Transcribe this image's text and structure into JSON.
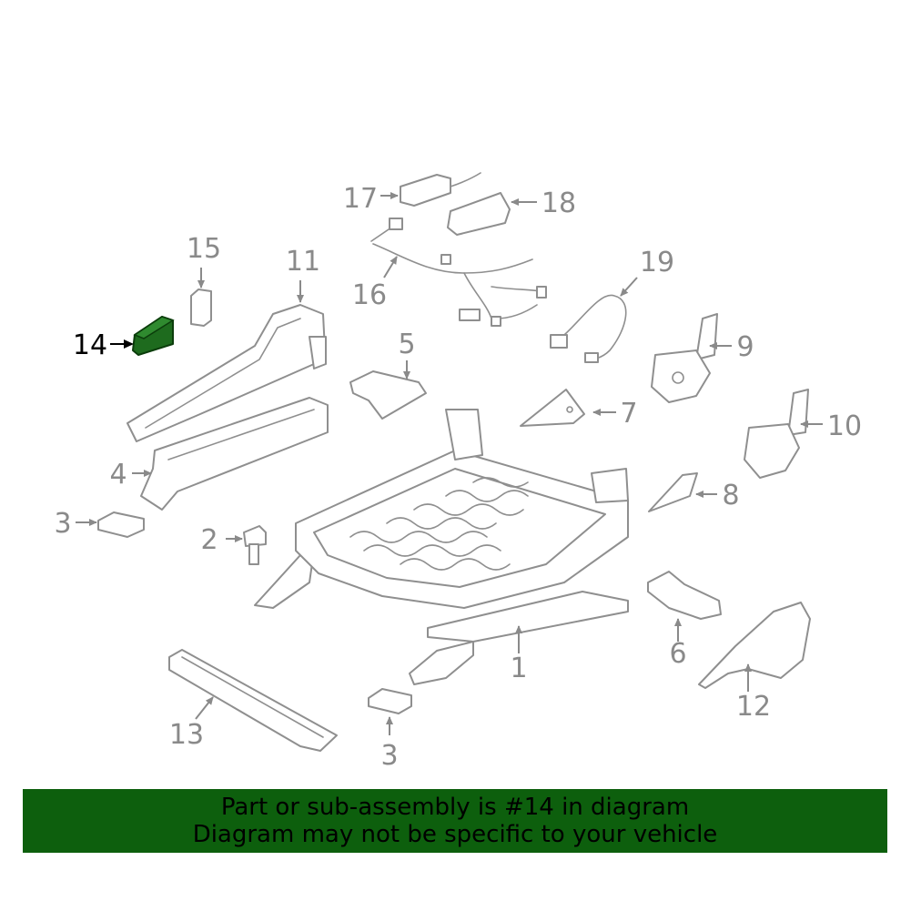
{
  "diagram": {
    "highlight_color": "#1e6b1e",
    "banner_color": "#0d5f0d",
    "highlighted_callout": "14",
    "callouts": [
      "1",
      "2",
      "3",
      "3",
      "4",
      "5",
      "6",
      "7",
      "8",
      "9",
      "10",
      "11",
      "12",
      "13",
      "14",
      "15",
      "16",
      "17",
      "18",
      "19"
    ]
  },
  "banner": {
    "line1": "Part or sub-assembly is #14 in diagram",
    "line2": "Diagram may not be specific to your vehicle"
  }
}
